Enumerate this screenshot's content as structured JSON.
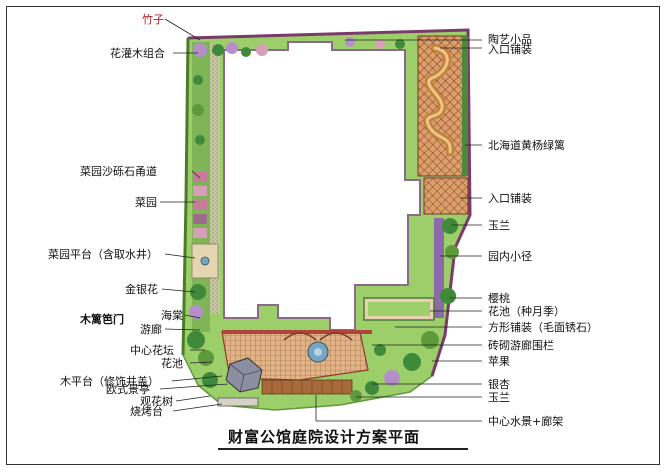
{
  "title": "财富公馆庭院设计方案平面",
  "labels_left": [
    {
      "key": "bamboo",
      "text": "竹子",
      "red": true
    },
    {
      "key": "shrubs",
      "text": "花灌木组合",
      "red": false
    },
    {
      "key": "veg_path",
      "text": "菜园沙砾石甬道",
      "red": false
    },
    {
      "key": "veg_garden",
      "text": "菜园",
      "red": false
    },
    {
      "key": "veg_platform",
      "text": "菜园平台（含取水井）",
      "red": false
    },
    {
      "key": "ginkgo_flower",
      "text": "金银花",
      "red": false
    },
    {
      "key": "begonia",
      "text": "海棠",
      "red": false
    },
    {
      "key": "fence_gate",
      "text": "木篱笆门",
      "red": false
    },
    {
      "key": "corridor",
      "text": "游廊",
      "red": false
    },
    {
      "key": "center_bed",
      "text": "中心花坛",
      "red": false
    },
    {
      "key": "flower_pool",
      "text": "花池",
      "red": false
    },
    {
      "key": "wood_deck",
      "text": "木平台（修饰井盖）",
      "red": false
    },
    {
      "key": "euro_pavilion",
      "text": "欧式景亭",
      "red": false
    },
    {
      "key": "flower_tree",
      "text": "观花树",
      "red": false
    },
    {
      "key": "bbq",
      "text": "烧烤台",
      "red": false
    }
  ],
  "labels_right": [
    {
      "key": "pottery",
      "text": "陶艺小品"
    },
    {
      "key": "entry_paving_1",
      "text": "入口铺装"
    },
    {
      "key": "euonymus",
      "text": "北海道黄杨绿篱"
    },
    {
      "key": "entry_paving_2",
      "text": "入口铺装"
    },
    {
      "key": "magnolia",
      "text": "玉兰"
    },
    {
      "key": "inner_path",
      "text": "园内小径"
    },
    {
      "key": "cherry",
      "text": "樱桃"
    },
    {
      "key": "rose_bed",
      "text": "花池（种月季）"
    },
    {
      "key": "square_paving",
      "text": "方形铺装（毛面锈石）"
    },
    {
      "key": "brick_rail",
      "text": "砖砌游廊围栏"
    },
    {
      "key": "apple",
      "text": "苹果"
    },
    {
      "key": "gingko",
      "text": "银杏"
    },
    {
      "key": "magnolia_2",
      "text": "玉兰"
    },
    {
      "key": "water_feature",
      "text": "中心水景+廊架"
    }
  ],
  "colors": {
    "lawn": "#9ccf6a",
    "lawn_dark": "#5e9a3c",
    "paving": "#d9a06a",
    "brick": "#b0443a",
    "wall": "#7a3a6a",
    "building": "#ffffff",
    "tree_purple": "#b58fc9",
    "tree_green": "#3f8a3a"
  }
}
